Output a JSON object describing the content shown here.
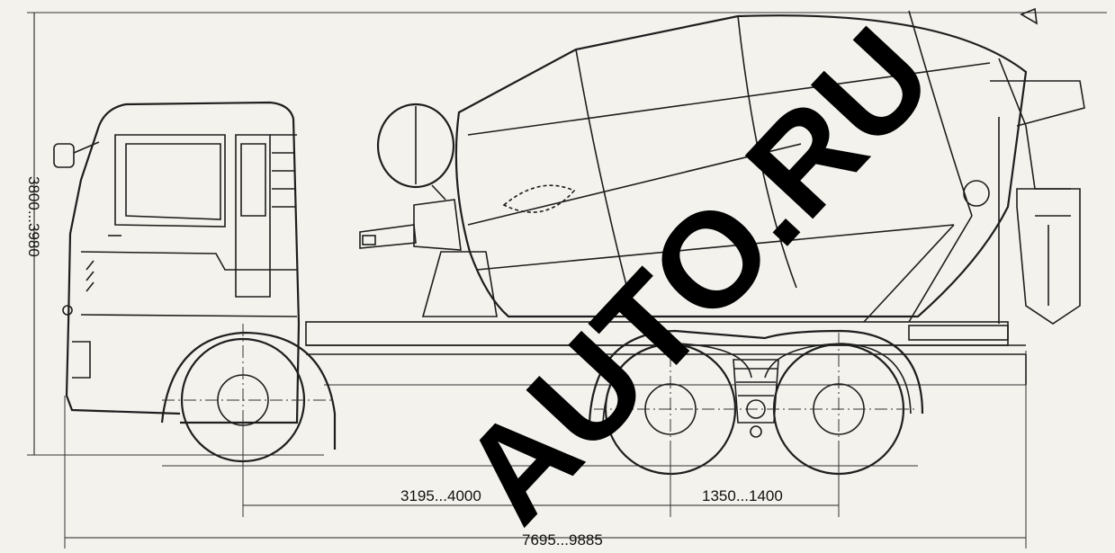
{
  "dimensions": {
    "height": "3800...3980",
    "wheelbase": "3195...4000",
    "bogie": "1350...1400",
    "overall_length": "7695...9885"
  },
  "watermark": "AUTO.RU",
  "colors": {
    "background": "#f3f2ec",
    "lines": "#1e1e1e",
    "watermark": "#000000"
  }
}
